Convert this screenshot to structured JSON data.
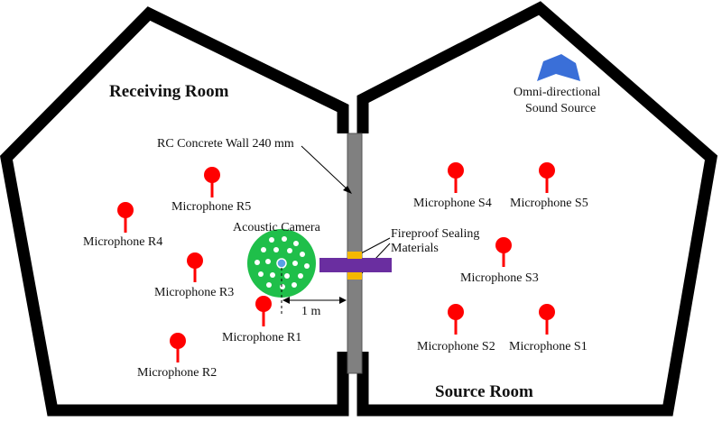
{
  "rooms": {
    "receiving": "Receiving Room",
    "source": "Source Room"
  },
  "wall_label": "RC Concrete Wall 240 mm",
  "sealing_label": [
    "Fireproof Sealing",
    "Materials"
  ],
  "camera_label": "Acoustic Camera",
  "distance_label": "1 m",
  "source_label": [
    "Omni-directional",
    "Sound Source"
  ],
  "microphones": {
    "R1": "Microphone R1",
    "R2": "Microphone R2",
    "R3": "Microphone R3",
    "R4": "Microphone R4",
    "R5": "Microphone R5",
    "S1": "Microphone S1",
    "S2": "Microphone S2",
    "S3": "Microphone S3",
    "S4": "Microphone S4",
    "S5": "Microphone S5"
  },
  "colors": {
    "outline": "#000000",
    "wall": "#808080",
    "microphone": "#ff0000",
    "camera": "#1fbf4a",
    "camera_center": "#5aa0e6",
    "sealing": "#f5b800",
    "panel": "#6a2ea0",
    "source": "#3a6fd8"
  }
}
